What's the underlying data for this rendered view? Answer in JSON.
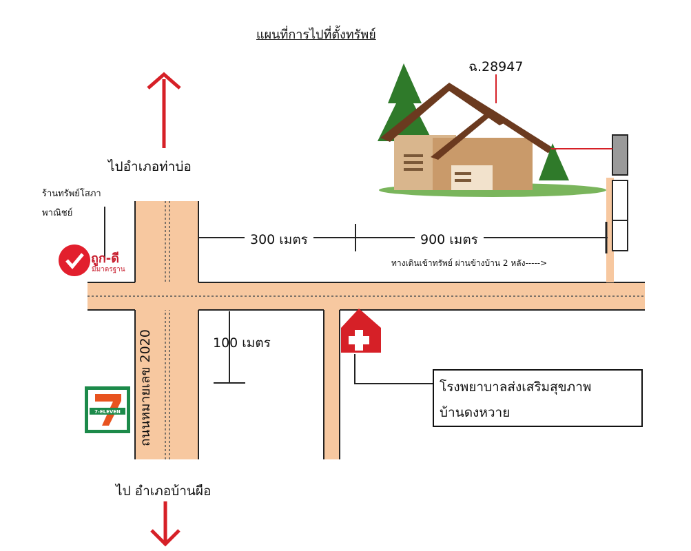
{
  "title": "แผนที่การไปที่ตั้งทรัพย์",
  "north_destination": "ไปอำเภอท่าบ่อ",
  "south_destination": "ไป อำเภอบ้านผือ",
  "shop_label": [
    "ร้านทรัพย์โสภา",
    "พาณิชย์"
  ],
  "badge": {
    "title": "ถูก-ดี",
    "subtitle": "มีมาตรฐาน",
    "color": "#e21f2d"
  },
  "convenience_store": {
    "name": "7-ELEVEN",
    "icon": "seven-eleven-logo"
  },
  "road_name": "ถนนหมายเลข 2020",
  "distances": {
    "first": "300 เมตร",
    "second": "900 เมตร",
    "side": "100 เมตร"
  },
  "property": {
    "deed": "ฉ.28947",
    "icon": "house-with-trees"
  },
  "walk_note": "ทางเดินเข้าทรัพย์ ผ่านข้างบ้าน 2 หลัง----->",
  "hospital": {
    "lines": [
      "โรงพยาบาลส่งเสริมสุขภาพ",
      "บ้านดงหวาย"
    ],
    "icon": "hospital-cross-icon"
  },
  "colors": {
    "road": "#f7c8a0",
    "arrow": "#d62027",
    "hospital": "#d62027",
    "roof": "#6b3a1f",
    "wall": "#c99a6a",
    "tree": "#2f7a2a"
  }
}
